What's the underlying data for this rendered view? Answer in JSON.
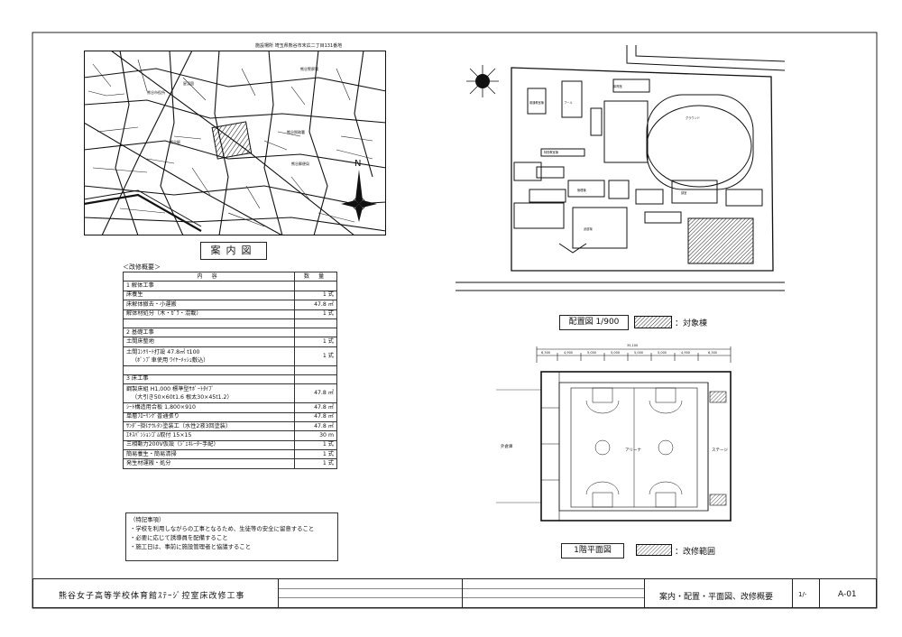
{
  "sheet": {
    "project_name": "熊谷女子高等学校体育館ｽﾃｰｼﾞ控室床改修工事",
    "drawing_title": "案内・配置・平面図、改修概要",
    "scale": "1/-",
    "sheet_no": "A-01"
  },
  "guide_map": {
    "label": "案内図",
    "caption": "施設場所 埼玉県熊谷市末広二丁目131番地",
    "north": "N",
    "places": [
      "熊谷市役所",
      "熊谷駅",
      "星渓園",
      "熊谷税務署",
      "熊谷郵便局",
      "熊谷警察署"
    ]
  },
  "site_plan": {
    "label": "配置図 1/900",
    "legend": "：対象棟",
    "buildings": [
      "体育館",
      "プール",
      "普通教室棟",
      "特別教室棟",
      "管理棟",
      "武道場",
      "部室"
    ],
    "field": "グラウンド"
  },
  "floor_plan": {
    "label": "1階平面図",
    "legend": "：改修範囲",
    "overall_dim": "35,100",
    "dims": [
      "6,300",
      "4,900",
      "5,000",
      "5,000",
      "5,000",
      "5,000",
      "4,900",
      "6,300"
    ],
    "rooms": {
      "arena": "アリーナ",
      "stage": "ステージ",
      "side": "外倉庫"
    }
  },
  "works": {
    "heading_intro": "＜改修概要＞",
    "col_content": "内 容",
    "col_qty": "数 量",
    "sections": [
      {
        "title": "1 解体工事",
        "rows": [
          {
            "item": "床養生",
            "qty": "1 式"
          },
          {
            "item": "床解体撤去・小運搬",
            "qty": "47.8 ㎡"
          },
          {
            "item": "解体材処分（木・ｶﾞﾗ・混載）",
            "qty": "1 式"
          }
        ]
      },
      {
        "title": "2 基礎工事",
        "rows": [
          {
            "item": "土間床整地",
            "qty": "1 式"
          },
          {
            "item": "土間ｺﾝｸﾘｰﾄ打設 47.8㎡ t100",
            "item2": "（ﾎﾟﾝﾌﾟ車使用 ﾜｲﾔｰﾒｯｼｭ敷込）",
            "qty": "1 式"
          }
        ]
      },
      {
        "title": "3 床工事",
        "rows": [
          {
            "item": "鋼製床組 H1,000 標準型ｻﾎﾟｰﾄﾀｲﾌﾟ",
            "item2": "（大引き50×60t1.6 根太30×45t1.2）",
            "qty": "47.8 ㎡"
          },
          {
            "item": "ｼｰﾄ構造用合板 1,800×910",
            "qty": "47.8 ㎡"
          },
          {
            "item": "単層ﾌﾛｰﾘﾝｸﾞ普通張り",
            "qty": "47.8 ㎡"
          },
          {
            "item": "ｻﾝﾀﾞｰ掛けｳﾚﾀﾝ塗装工（水性2液3回塗装）",
            "qty": "47.8 ㎡"
          },
          {
            "item": "ｴｷｽﾊﾟﾝｼｮﾝｺﾞﾑ取付 15×15",
            "qty": "30 m"
          },
          {
            "item": "三相動力200V仮設（ｼﾞｪﾈﾚｰﾀｰ手配）",
            "qty": "1 式"
          },
          {
            "item": "簡易養生・簡易清掃",
            "qty": "1 式"
          },
          {
            "item": "発生材運搬・処分",
            "qty": "1 式"
          }
        ]
      }
    ]
  },
  "notes": {
    "title": "（特記事項）",
    "lines": [
      "・学校を利用しながらの工事となるため、生徒等の安全に留意すること",
      "・必要に応じて誘導員を配備すること",
      "・施工日は、事前に施設管理者と協議すること"
    ]
  }
}
